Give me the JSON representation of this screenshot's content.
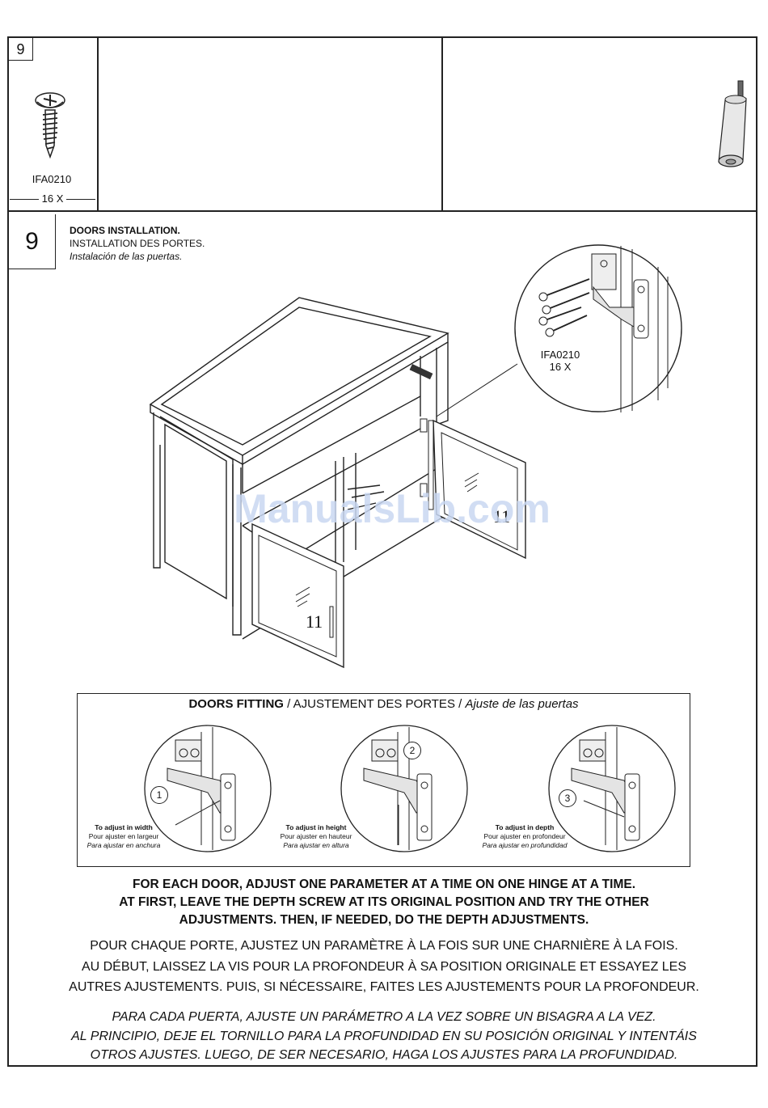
{
  "header_panel": {
    "step_number": "9",
    "part": {
      "code": "IFA0210",
      "quantity": "16 X",
      "icon": "screw-icon"
    },
    "right_icon": "cabinet-leg-icon"
  },
  "step": {
    "number": "9",
    "title_en": "DOORS INSTALLATION.",
    "title_fr": "INSTALLATION DES PORTES.",
    "title_es": "Instalación de las puertas."
  },
  "main_illustration": {
    "door_label_right": "11",
    "door_label_left": "11",
    "callout": {
      "code": "IFA0210",
      "quantity": "16 X"
    }
  },
  "watermark": "ManualsLib.com",
  "doors_fitting": {
    "title_bold": "DOORS FITTING",
    "title_fr": " / AJUSTEMENT DES PORTES / ",
    "title_es": "Ajuste de las puertas",
    "adjustments": [
      {
        "number": "1",
        "en": "To adjust in width",
        "fr": "Pour ajuster en largeur",
        "es": "Para ajustar en anchura"
      },
      {
        "number": "2",
        "en": "To adjust in height",
        "fr": "Pour ajuster en hauteur",
        "es": "Para ajustar en altura"
      },
      {
        "number": "3",
        "en": "To adjust in depth",
        "fr": "Pour ajuster en profondeur",
        "es": "Para ajustar en profundidad"
      }
    ]
  },
  "instructions": {
    "en": [
      "FOR EACH DOOR, ADJUST ONE PARAMETER AT A TIME ON ONE HINGE AT A TIME.",
      "AT FIRST, LEAVE THE DEPTH SCREW AT ITS ORIGINAL POSITION AND TRY THE OTHER",
      "ADJUSTMENTS. THEN, IF NEEDED, DO THE DEPTH ADJUSTMENTS."
    ],
    "fr": [
      "POUR CHAQUE PORTE, AJUSTEZ UN PARAMÈTRE À LA FOIS SUR UNE CHARNIÈRE À LA FOIS.",
      "AU DÉBUT, LAISSEZ LA VIS POUR LA PROFONDEUR À SA POSITION ORIGINALE ET ESSAYEZ LES",
      "AUTRES AJUSTEMENTS. PUIS, SI NÉCESSAIRE, FAITES LES AJUSTEMENTS POUR LA PROFONDEUR."
    ],
    "es": [
      "PARA CADA PUERTA, AJUSTE UN PARÁMETRO A LA VEZ SOBRE UN BISAGRA A LA VEZ.",
      "AL PRINCIPIO, DEJE EL TORNILLO PARA LA PROFUNDIDAD EN SU POSICIÓN ORIGINAL Y INTENTÁIS",
      "OTROS AJUSTES. LUEGO, DE SER NECESARIO, HAGA LOS AJUSTES PARA LA PROFUNDIDAD."
    ]
  }
}
